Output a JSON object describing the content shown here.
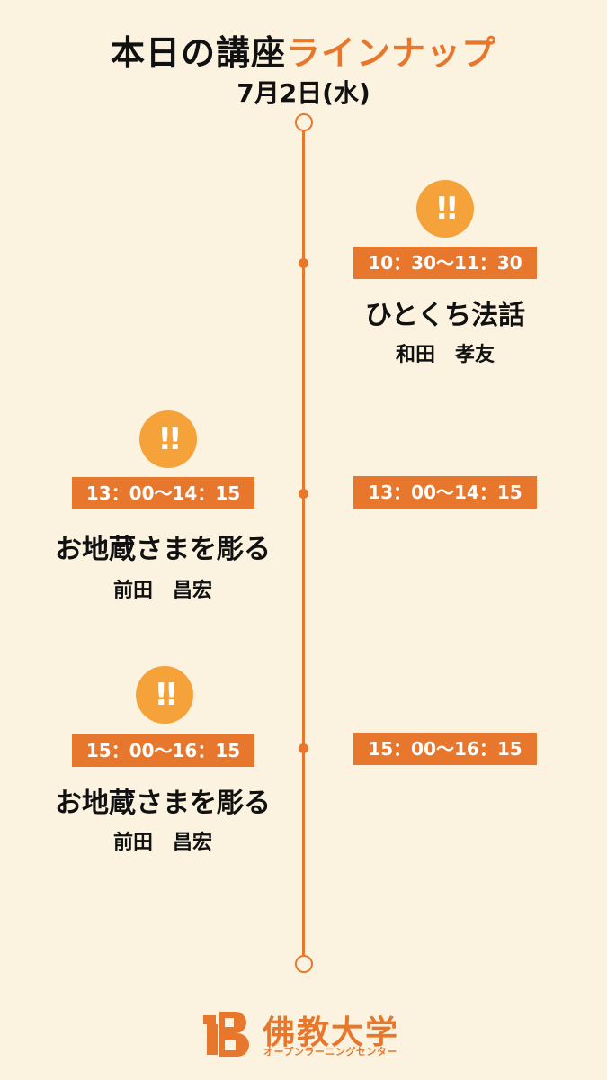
{
  "header": {
    "title_main": "本日の講座",
    "title_accent": "ラインナップ",
    "date": "7月2日(水)"
  },
  "badge_symbol": "!!",
  "lectures": [
    {
      "time": "10：30〜11：30",
      "title": "ひとくち法話",
      "lecturer": "和田　孝友",
      "side": "right"
    },
    {
      "time": "13：00〜14：15",
      "title": "お地蔵さまを彫る",
      "lecturer": "前田　昌宏",
      "side": "left"
    },
    {
      "time": "13：00〜14：15",
      "side": "right"
    },
    {
      "time": "15：00〜16：15",
      "title": "お地蔵さまを彫る",
      "lecturer": "前田　昌宏",
      "side": "left"
    },
    {
      "time": "15：00〜16：15",
      "side": "right"
    }
  ],
  "footer": {
    "logo_name": "佛教大学",
    "logo_sub": "オープンラーニングセンター",
    "logo_icon": "university-logo-icon"
  },
  "colors": {
    "background": "#fbf3df",
    "accent": "#e8772e",
    "badge": "#f5a23a",
    "text": "#111111"
  }
}
